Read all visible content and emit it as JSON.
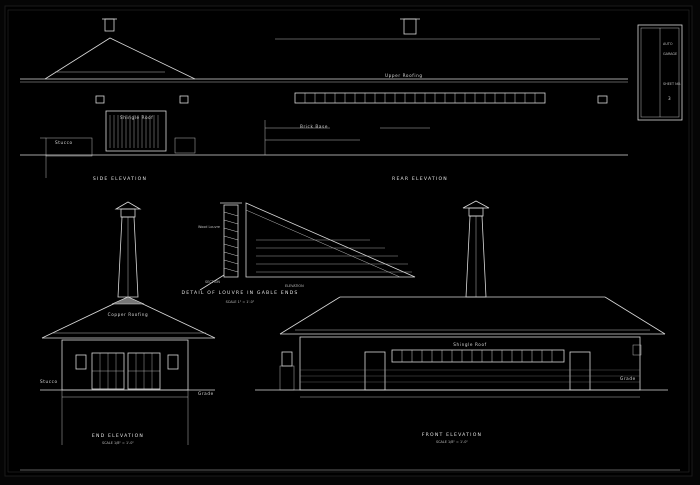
{
  "sheet": {
    "views": {
      "side_elevation": "SIDE ELEVATION",
      "rear_elevation": "REAR ELEVATION",
      "detail_louver": "DETAIL OF LOUVRE IN GABLE ENDS",
      "end_elevation": "END ELEVATION",
      "front_elevation": "FRONT ELEVATION"
    },
    "scales": {
      "detail": "SCALE 1\" = 1'-0\"",
      "end": "SCALE 1/8\" = 1'-0\"",
      "front": "SCALE 1/8\" = 1'-0\""
    },
    "notes": {
      "upper_roof": "Upper Roofing",
      "copper_roofing": "Copper Roofing",
      "shingle_roof": "Shingle Roof",
      "stucco": "Stucco",
      "brick_base": "Brick Base",
      "grade": "Grade",
      "sections": "SECTION",
      "elevation": "ELEVATION",
      "wood_louvre": "Wood Louvre"
    },
    "title_block": {
      "lines": [
        "AUTO",
        "GARAGE",
        "SHEET NO.",
        "3"
      ]
    }
  }
}
